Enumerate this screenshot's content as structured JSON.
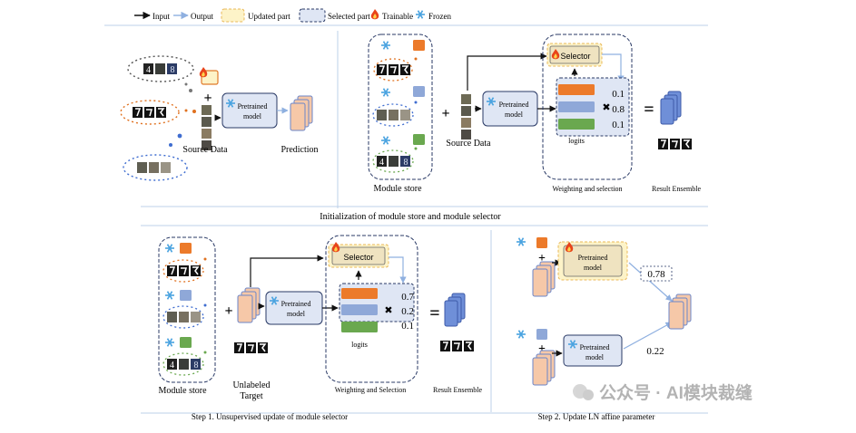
{
  "legend": {
    "input": "Input",
    "output": "Output",
    "updated_part": "Updated part",
    "selected_part": "Selected part",
    "trainable": "Trainable",
    "frozen": "Frozen"
  },
  "top_left": {
    "source_data": "Source Data",
    "pretrained_model": [
      "Pretrained",
      "model"
    ],
    "prediction": "Prediction"
  },
  "top_right": {
    "module_store": "Module store",
    "source_data": "Source Data",
    "pretrained_model": [
      "Pretrained",
      "model"
    ],
    "selector": "Selector",
    "weights": [
      "0.1",
      "0.8",
      "0.1"
    ],
    "logits": "logits",
    "equals": "=",
    "weighting": "Weighting and selection",
    "result": "Result Ensemble"
  },
  "section1_title": "Initialization of module store and module selector",
  "bottom_left": {
    "module_store": "Module store",
    "unlabeled_target": [
      "Unlabeled",
      "Target"
    ],
    "pretrained_model": [
      "Pretrained",
      "model"
    ],
    "selector": "Selector",
    "weights": [
      "0.7",
      "0.2",
      "0.1"
    ],
    "logits": "logits",
    "equals": "=",
    "weighting": "Weighting and Selection",
    "result": "Result Ensemble",
    "step_title": "Step 1. Unsupervised update of module selector"
  },
  "bottom_right": {
    "pretrained_model": [
      "Pretrained",
      "model"
    ],
    "weight_top": "0.78",
    "weight_bottom": "0.22",
    "step_title": "Step 2. Update LN affine parameter"
  },
  "watermark": "公众号 · AI模块裁缝",
  "colors": {
    "orange": "#ec7a2a",
    "blue": "#8fa8d8",
    "green": "#6aa84f",
    "selected_fill": "#dfe6f4",
    "updated_fill": "#fdf3c8",
    "frozen": "#4aa3e0",
    "trainable": "#e8431a"
  }
}
